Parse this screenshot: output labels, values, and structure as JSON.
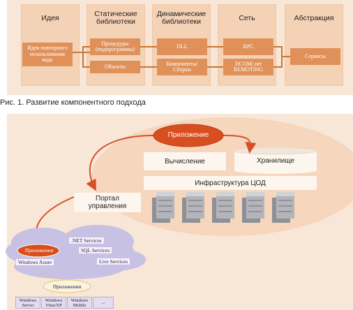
{
  "figure1": {
    "columns": [
      {
        "title": "Идея"
      },
      {
        "title": "Статические\nбиблиотеки"
      },
      {
        "title": "Динамические\nбиблиотеки"
      },
      {
        "title": "Сеть"
      },
      {
        "title": "Абстракция"
      }
    ],
    "boxes": {
      "idea": "Идея повторного\nиспользования\nкода",
      "procedures": "Процедуры\n(подпрограммы)",
      "objects": "Объекты",
      "dll": "DLL",
      "components": "Компоненты/\nСборки",
      "rpc": "RPC",
      "dcom": "DCOM/.net\nREMOTING",
      "services": "Сервисы"
    },
    "caption": "Рис. 1. Развитие компонентного подхода"
  },
  "figure2": {
    "application_label": "Приложение",
    "compute_label": "Вычисление",
    "storage_label": "Хранилище",
    "datacenter_label": "Инфраструктура ЦОД",
    "portal_label": "Портал\nуправления",
    "cloud": {
      "app_label": "Приложения",
      "azure_label": "Windows Azure",
      "net_services": ".NET Services",
      "sql_services": "SQL Services",
      "live_services": "Live Services",
      "apps_label": "Приложения",
      "clients": [
        "Windows\nServer",
        "Windows\nVista/XP",
        "Windows\nMobile",
        "..."
      ]
    }
  },
  "colors": {
    "panel_bg": "#f8e7d6",
    "column_bg": "#f4d2b6",
    "box_orange": "#e0915a",
    "app_red": "#d94e1f",
    "arrow_red": "#d6502a",
    "cloud_lilac": "#c7c1e3",
    "server_gray": "#8e9096"
  }
}
